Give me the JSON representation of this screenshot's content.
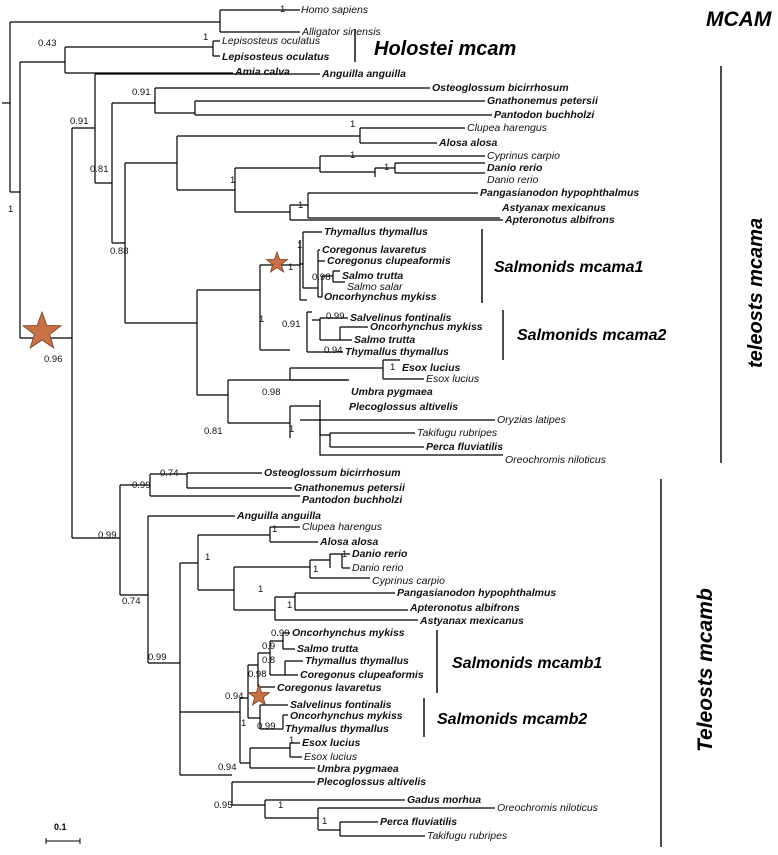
{
  "clade_labels": [
    {
      "id": "mcam",
      "text": "MCAM"
    },
    {
      "id": "holostei",
      "text": "Holostei mcam"
    },
    {
      "id": "teleosts-mcama",
      "text": "teleosts mcama"
    },
    {
      "id": "salmonids-mcama1",
      "text": "Salmonids mcama1"
    },
    {
      "id": "salmonids-mcama2",
      "text": "Salmonids mcama2"
    },
    {
      "id": "teleosts-mcamb",
      "text": "Teleosts mcamb"
    },
    {
      "id": "salmonids-mcamb1",
      "text": "Salmonids mcamb1"
    },
    {
      "id": "salmonids-mcamb2",
      "text": "Salmonids mcamb2"
    }
  ],
  "scale_bar": {
    "label": "0.1"
  },
  "leaves": [
    {
      "text": "Homo sapiens",
      "bold": false
    },
    {
      "text": "Alligator sinensis",
      "bold": false
    },
    {
      "text": "Lepisosteus oculatus",
      "bold": false
    },
    {
      "text": "Lepisosteus oculatus",
      "bold": true
    },
    {
      "text": "Amia calva",
      "bold": true
    },
    {
      "text": "Anguilla anguilla",
      "bold": true
    },
    {
      "text": "Osteoglossum bicirrhosum",
      "bold": true
    },
    {
      "text": "Gnathonemus petersii",
      "bold": true
    },
    {
      "text": "Pantodon buchholzi",
      "bold": true
    },
    {
      "text": "Clupea harengus",
      "bold": false
    },
    {
      "text": "Alosa alosa",
      "bold": true
    },
    {
      "text": "Cyprinus carpio",
      "bold": false
    },
    {
      "text": "Danio rerio",
      "bold": true
    },
    {
      "text": "Danio rerio",
      "bold": false
    },
    {
      "text": "Pangasianodon hypophthalmus",
      "bold": true
    },
    {
      "text": "Astyanax mexicanus",
      "bold": true
    },
    {
      "text": "Apteronotus albifrons",
      "bold": true
    },
    {
      "text": "Thymallus thymallus",
      "bold": true
    },
    {
      "text": "Coregonus lavaretus",
      "bold": true
    },
    {
      "text": "Coregonus clupeaformis",
      "bold": true
    },
    {
      "text": "Salmo trutta",
      "bold": true
    },
    {
      "text": "Salmo salar",
      "bold": false
    },
    {
      "text": "Oncorhynchus mykiss",
      "bold": true
    },
    {
      "text": "Salvelinus fontinalis",
      "bold": true
    },
    {
      "text": "Oncorhynchus mykiss",
      "bold": true
    },
    {
      "text": "Salmo trutta",
      "bold": true
    },
    {
      "text": "Thymallus thymallus",
      "bold": true
    },
    {
      "text": "Esox lucius",
      "bold": true
    },
    {
      "text": "Esox lucius",
      "bold": false
    },
    {
      "text": "Umbra pygmaea",
      "bold": true
    },
    {
      "text": "Plecoglossus altivelis",
      "bold": true
    },
    {
      "text": "Oryzias latipes",
      "bold": false
    },
    {
      "text": "Takifugu rubripes",
      "bold": false
    },
    {
      "text": "Perca fluviatilis",
      "bold": true
    },
    {
      "text": "Oreochromis niloticus",
      "bold": false
    },
    {
      "text": "Osteoglossum bicirrhosum",
      "bold": true
    },
    {
      "text": "Gnathonemus petersii",
      "bold": true
    },
    {
      "text": "Pantodon buchholzi",
      "bold": true
    },
    {
      "text": "Anguilla anguilla",
      "bold": true
    },
    {
      "text": "Clupea harengus",
      "bold": false
    },
    {
      "text": "Alosa alosa",
      "bold": true
    },
    {
      "text": "Danio rerio",
      "bold": true
    },
    {
      "text": "Danio rerio",
      "bold": false
    },
    {
      "text": "Cyprinus carpio",
      "bold": false
    },
    {
      "text": "Pangasianodon hypophthalmus",
      "bold": true
    },
    {
      "text": "Apteronotus albifrons",
      "bold": true
    },
    {
      "text": "Astyanax mexicanus",
      "bold": true
    },
    {
      "text": "Oncorhynchus mykiss",
      "bold": true
    },
    {
      "text": "Salmo trutta",
      "bold": true
    },
    {
      "text": "Thymallus thymallus",
      "bold": true
    },
    {
      "text": "Coregonus clupeaformis",
      "bold": true
    },
    {
      "text": "Coregonus lavaretus",
      "bold": true
    },
    {
      "text": "Salvelinus fontinalis",
      "bold": true
    },
    {
      "text": "Oncorhynchus mykiss",
      "bold": true
    },
    {
      "text": "Thymallus thymallus",
      "bold": true
    },
    {
      "text": "Esox lucius",
      "bold": true
    },
    {
      "text": "Esox lucius",
      "bold": false
    },
    {
      "text": "Umbra pygmaea",
      "bold": true
    },
    {
      "text": "Plecoglossus altivelis",
      "bold": true
    },
    {
      "text": "Gadus morhua",
      "bold": true
    },
    {
      "text": "Oreochromis niloticus",
      "bold": false
    },
    {
      "text": "Perca fluviatilis",
      "bold": true
    },
    {
      "text": "Takifugu rubripes",
      "bold": false
    }
  ],
  "support_values": [
    "1",
    "0.43",
    "1",
    "1",
    "0.91",
    "0.91",
    "0.81",
    "1",
    "1",
    "1",
    "1",
    "1",
    "0.88",
    "1",
    "1",
    "0.98",
    "0.99",
    "0.91",
    "0.94",
    "1",
    "1",
    "0.98",
    "1",
    "0.81",
    "0.96",
    "0.74",
    "0.99",
    "0.99",
    "0.74",
    "1",
    "1",
    "1",
    "1",
    "1",
    "1",
    "0.99",
    "0.9",
    "0.8",
    "0.98",
    "0.94",
    "0.99",
    "1",
    "1",
    "0.94",
    "1",
    "0.95",
    "1",
    "0.99"
  ],
  "colors": {
    "star": "#c87147",
    "branch": "#000000"
  }
}
